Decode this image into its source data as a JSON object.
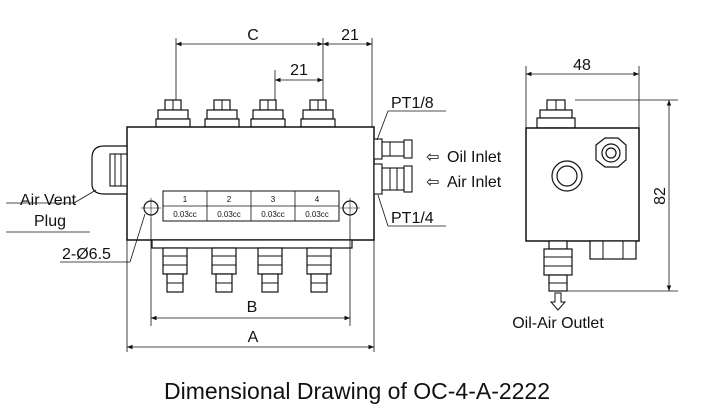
{
  "caption": "Dimensional Drawing of OC-4-A-2222",
  "dims": {
    "C": "C",
    "spacing_top": "21",
    "spacing_mid": "21",
    "B": "B",
    "A": "A",
    "side_width": "48",
    "side_height": "82"
  },
  "callouts": {
    "pt18": "PT1/8",
    "pt14": "PT1/4",
    "oil_inlet": "Oil Inlet",
    "air_inlet": "Air Inlet",
    "air_vent_line1": "Air Vent",
    "air_vent_line2": "Plug",
    "holes": "2-Ø6.5",
    "outlet": "Oil-Air Outlet"
  },
  "outlets": [
    {
      "num": "1",
      "cc": "0.03cc"
    },
    {
      "num": "2",
      "cc": "0.03cc"
    },
    {
      "num": "3",
      "cc": "0.03cc"
    },
    {
      "num": "4",
      "cc": "0.03cc"
    }
  ],
  "arrow_glyph": "⇦"
}
